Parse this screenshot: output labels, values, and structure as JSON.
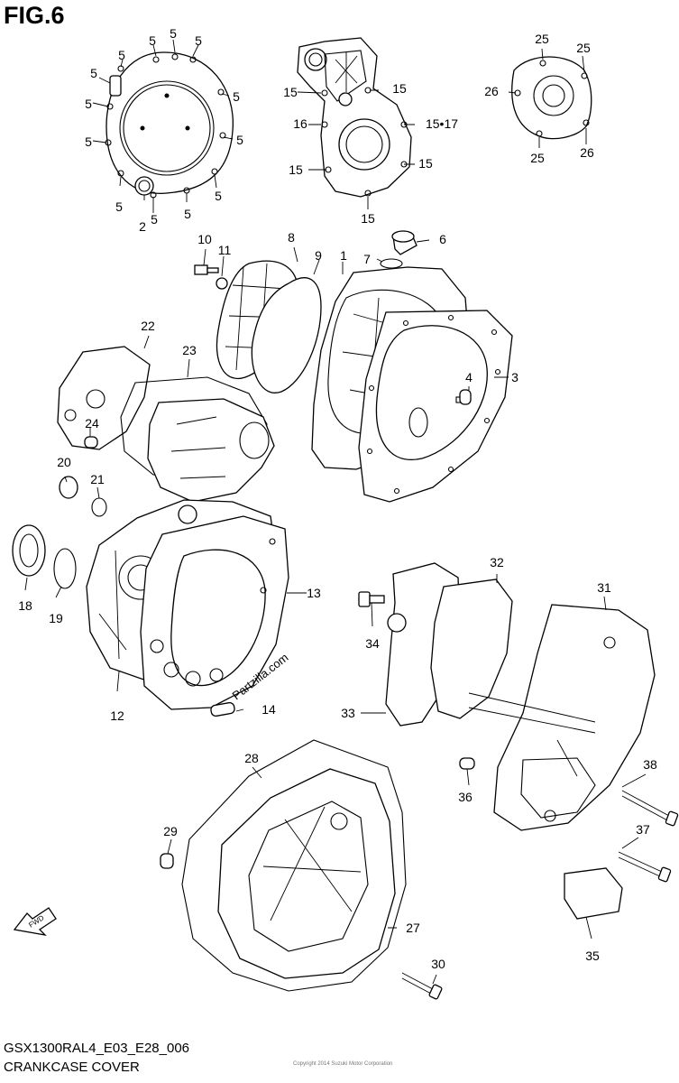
{
  "figure": {
    "title": "FIG.6"
  },
  "footer": {
    "model_code": "GSX1300RAL4_E03_E28_006",
    "caption": "CRANKCASE COVER",
    "fineprint": "Copyright 2014 Suzuki Motor Corporation"
  },
  "watermark": "Partzilla.com",
  "callouts": {
    "c1": "1",
    "c2": "2",
    "c3": "3",
    "c4": "4",
    "c5": "5",
    "c6": "6",
    "c7": "7",
    "c8": "8",
    "c9": "9",
    "c10": "10",
    "c11": "11",
    "c12": "12",
    "c13": "13",
    "c14": "14",
    "c15": "15",
    "c15_17": "15•17",
    "c16": "16",
    "c18": "18",
    "c19": "19",
    "c20": "20",
    "c21": "21",
    "c22": "22",
    "c23": "23",
    "c24": "24",
    "c25": "25",
    "c26": "26",
    "c27": "27",
    "c28": "28",
    "c29": "29",
    "c30": "30",
    "c31": "31",
    "c32": "32",
    "c33": "33",
    "c34": "34",
    "c35": "35",
    "c36": "36",
    "c37": "37",
    "c38": "38"
  },
  "fwd_arrow_label": "FWD"
}
